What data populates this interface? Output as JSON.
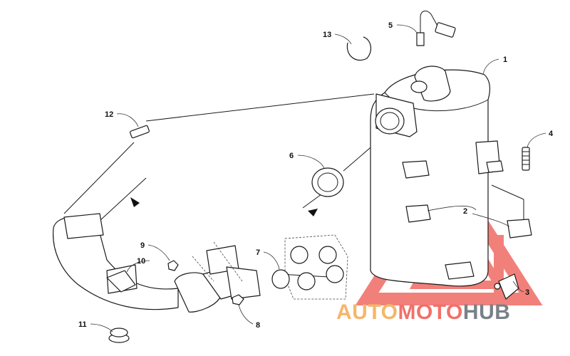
{
  "callouts": [
    {
      "id": "1",
      "label": "1"
    },
    {
      "id": "2",
      "label": "2"
    },
    {
      "id": "3",
      "label": "3"
    },
    {
      "id": "4",
      "label": "4"
    },
    {
      "id": "5",
      "label": "5"
    },
    {
      "id": "6",
      "label": "6"
    },
    {
      "id": "7",
      "label": "7"
    },
    {
      "id": "8",
      "label": "8"
    },
    {
      "id": "9",
      "label": "9"
    },
    {
      "id": "10",
      "label": "10"
    },
    {
      "id": "11",
      "label": "11"
    },
    {
      "id": "12",
      "label": "12"
    },
    {
      "id": "13",
      "label": "13"
    }
  ],
  "watermark": {
    "word1": "AUTO",
    "word2": "MOTO",
    "word3": "HUB",
    "color_auto": "#f5b66a",
    "color_moto": "#f0716a",
    "color_hub": "#7a8088",
    "logo_color": "#f06a63"
  }
}
